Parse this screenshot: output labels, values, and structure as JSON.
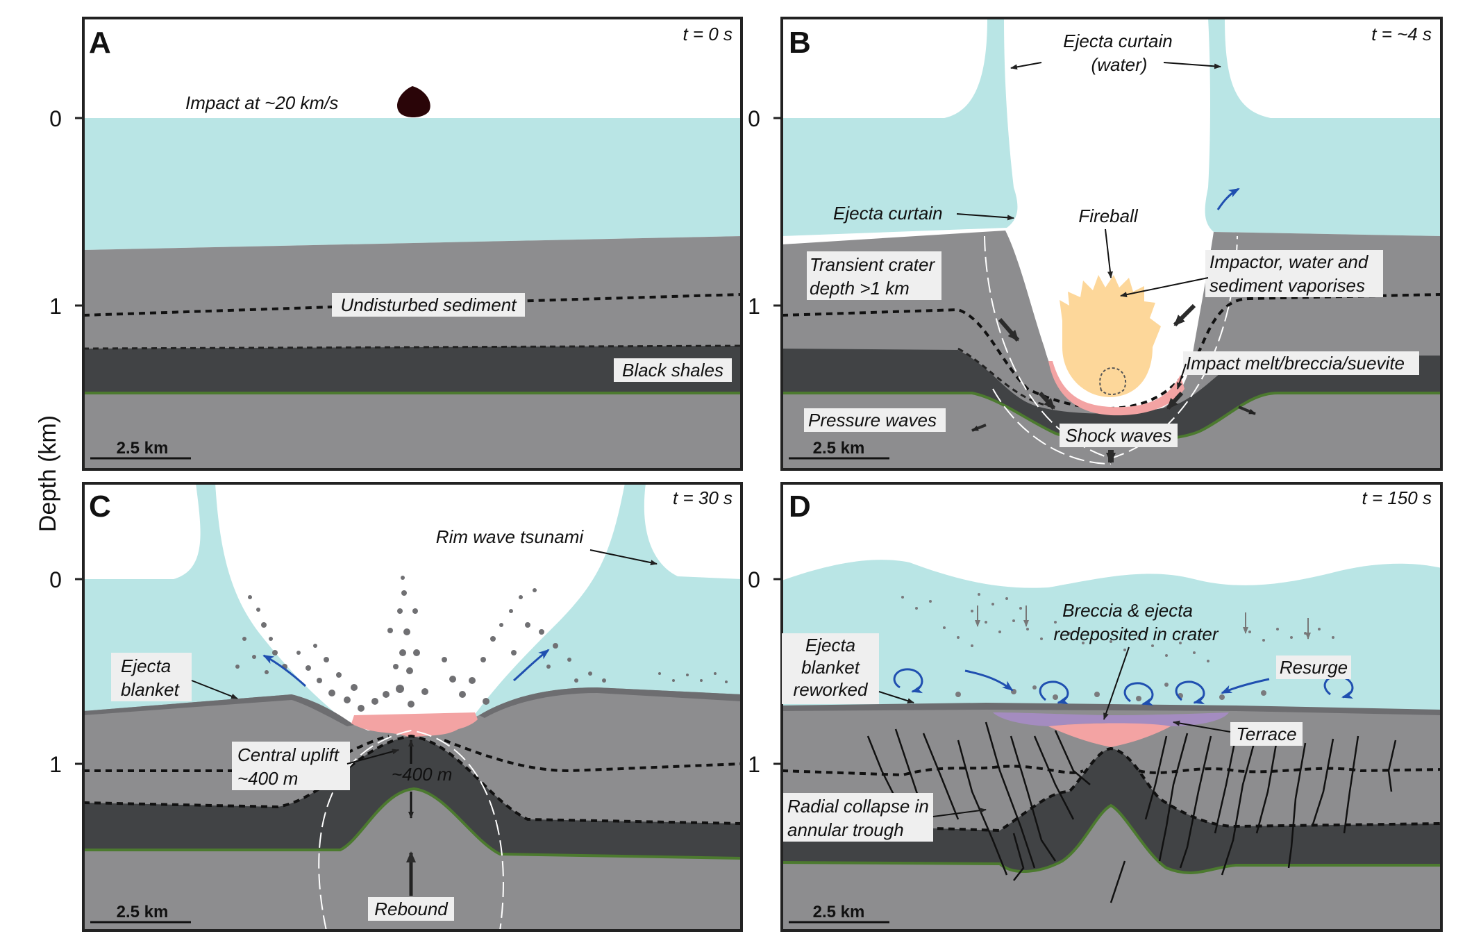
{
  "figure": {
    "y_axis_label": "Depth (km)",
    "colors": {
      "water": "#b9e5e5",
      "sediment": "#8d8d8f",
      "black_shale": "#414345",
      "basement_line": "#4c7a2f",
      "melt": "#f3a3a3",
      "fireball": "#fdd79a",
      "impactor": "#2a0508",
      "flow_arrow": "#1f4fb0",
      "label_box": "#efefef",
      "frame": "#222222"
    }
  },
  "panels": [
    {
      "letter": "A",
      "time": "t = 0 s",
      "ticks": [
        "0",
        "1"
      ],
      "scale_bar": "2.5 km",
      "labels": {
        "impact": "Impact at ~20 km/s",
        "sediment": "Undisturbed sediment",
        "shales": "Black shales"
      },
      "icons": [
        "impactor-icon"
      ]
    },
    {
      "letter": "B",
      "time": "t = ~4 s",
      "ticks": [
        "0",
        "1"
      ],
      "scale_bar": "2.5 km",
      "labels": {
        "curtain_water_1": "Ejecta curtain",
        "curtain_water_2": "(water)",
        "curtain": "Ejecta curtain",
        "fireball": "Fireball",
        "transient_1": "Transient crater",
        "transient_2": "depth >1 km",
        "vapor_1": "Impactor, water and",
        "vapor_2": "sediment vaporises",
        "melt": "Impact melt/breccia/suevite",
        "pressure": "Pressure waves",
        "shock": "Shock waves"
      },
      "icons": [
        "fireball-icon",
        "flow-arrow-icon",
        "shock-arrow-icon"
      ]
    },
    {
      "letter": "C",
      "time": "t = 30 s",
      "ticks": [
        "0",
        "1"
      ],
      "scale_bar": "2.5 km",
      "labels": {
        "tsunami": "Rim wave tsunami",
        "ejecta_1": "Ejecta",
        "ejecta_2": "blanket",
        "uplift_1": "Central uplift",
        "uplift_2": "~400 m",
        "uplift_3": "~400 m",
        "rebound": "Rebound"
      },
      "icons": [
        "flow-arrow-icon",
        "rebound-arrow-icon"
      ]
    },
    {
      "letter": "D",
      "time": "t = 150 s",
      "ticks": [
        "0",
        "1"
      ],
      "scale_bar": "2.5 km",
      "labels": {
        "breccia_1": "Breccia & ejecta",
        "breccia_2": "redeposited in crater",
        "reworked_1": "Ejecta",
        "reworked_2": "blanket",
        "reworked_3": "reworked",
        "resurge": "Resurge",
        "terrace": "Terrace",
        "collapse_1": "Radial collapse in",
        "collapse_2": "annular trough"
      },
      "icons": [
        "vortex-arrow-icon",
        "fault-line-icon"
      ]
    }
  ]
}
